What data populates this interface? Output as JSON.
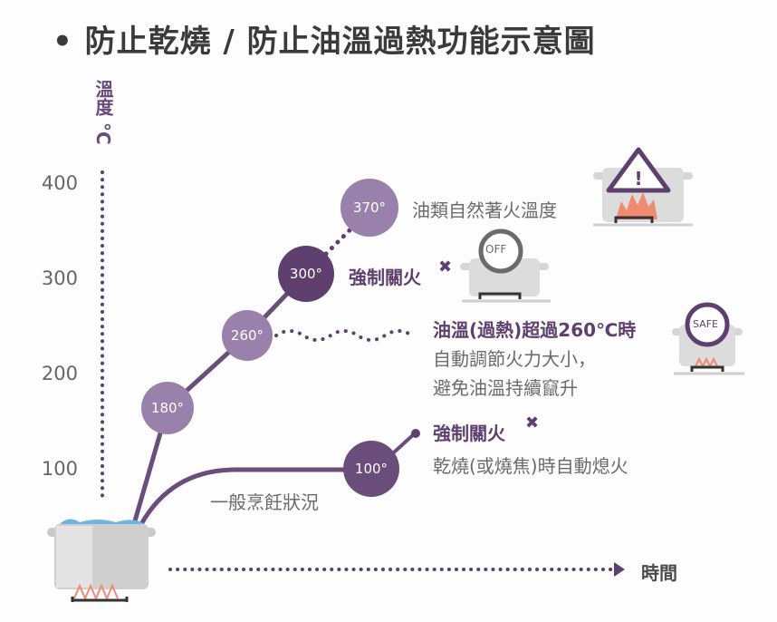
{
  "title": "• 防止乾燒 / 防止油溫過熱功能示意圖",
  "y_axis": {
    "label": "溫度 °C",
    "ticks": [
      "400",
      "300",
      "200",
      "100"
    ]
  },
  "x_axis": {
    "label": "時間"
  },
  "points": {
    "p180": "180°",
    "p260": "260°",
    "p300": "300°",
    "p370": "370°",
    "p100": "100°"
  },
  "annotations": {
    "ignition": "油類自然著火溫度",
    "force_off_300": "強制關火",
    "overheat_line1": "油溫(過熱)超過260℃時",
    "overheat_line2": "自動調節火力大小，",
    "overheat_line3": "避免油溫持續竄升",
    "force_off_dry": "強制關火",
    "dry_burn": "乾燒(或燒焦)時自動熄火",
    "normal": "一般烹飪狀況"
  },
  "icons": {
    "off_badge": "OFF",
    "safe_badge": "SAFE",
    "x_mark": "✖"
  },
  "colors": {
    "dark": "#5e3f6e",
    "mid": "#7d6190",
    "light": "#9a81ab",
    "grey": "#6b6b6b"
  }
}
